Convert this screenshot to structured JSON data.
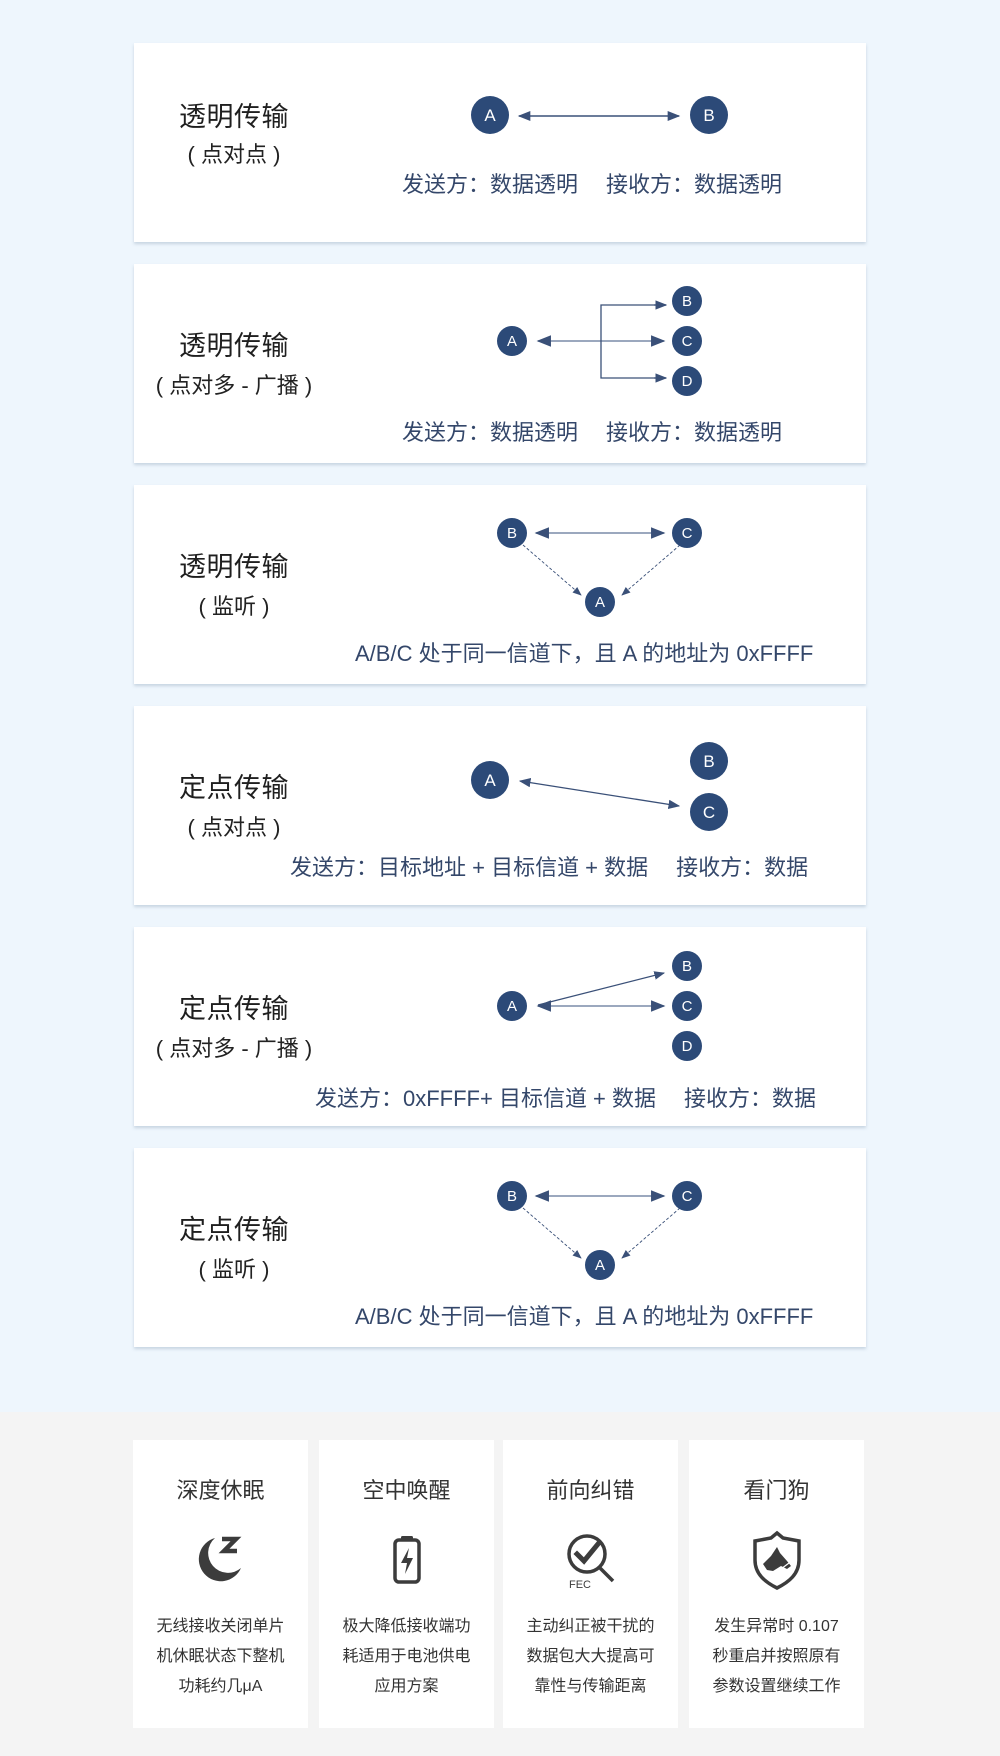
{
  "colors": {
    "page_bg": "#eef6fd",
    "card_bg": "#ffffff",
    "node_fill": "#2c4a78",
    "arrow": "#3a5078",
    "desc_text": "#34476a",
    "title_text": "#1f1f1f",
    "feature_section_bg": "#f4f4f4",
    "icon_color": "#3c3c3c"
  },
  "modes": [
    {
      "title": "透明传输",
      "subtitle": "( 点对点 )",
      "diagram": "point-to-point",
      "nodes": [
        "A",
        "B"
      ],
      "sender_label": "发送方：数据透明",
      "receiver_label": "接收方：数据透明"
    },
    {
      "title": "透明传输",
      "subtitle": "( 点对多 - 广播 )",
      "diagram": "broadcast-branch",
      "nodes": [
        "A",
        "B",
        "C",
        "D"
      ],
      "sender_label": "发送方：数据透明",
      "receiver_label": "接收方：数据透明"
    },
    {
      "title": "透明传输",
      "subtitle": "( 监听 )",
      "diagram": "monitor-triangle",
      "nodes": [
        "B",
        "C",
        "A"
      ],
      "note": "A/B/C 处于同一信道下，且 A 的地址为 0xFFFF"
    },
    {
      "title": "定点传输",
      "subtitle": "( 点对点 )",
      "diagram": "fixed-point-to-point",
      "nodes": [
        "A",
        "B",
        "C"
      ],
      "sender_label": "发送方：目标地址 + 目标信道 + 数据",
      "receiver_label": "接收方：数据"
    },
    {
      "title": "定点传输",
      "subtitle": "( 点对多 - 广播 )",
      "diagram": "fixed-broadcast",
      "nodes": [
        "A",
        "B",
        "C",
        "D"
      ],
      "sender_label": "发送方：0xFFFF+ 目标信道 + 数据",
      "receiver_label": "接收方：数据"
    },
    {
      "title": "定点传输",
      "subtitle": "( 监听 )",
      "diagram": "monitor-triangle",
      "nodes": [
        "B",
        "C",
        "A"
      ],
      "note": "A/B/C 处于同一信道下，且 A 的地址为 0xFFFF"
    }
  ],
  "features": [
    {
      "title": "深度休眠",
      "icon": "moon-sleep-icon",
      "lines": [
        "无线接收关闭单片",
        "机休眠状态下整机",
        "功耗约几μA"
      ]
    },
    {
      "title": "空中唤醒",
      "icon": "battery-charge-icon",
      "lines": [
        "极大降低接收端功",
        "耗适用于电池供电",
        "应用方案"
      ]
    },
    {
      "title": "前向纠错",
      "icon": "fec-magnifier-icon",
      "icon_text": "FEC",
      "lines": [
        "主动纠正被干扰的",
        "数据包大大提高可",
        "靠性与传输距离"
      ]
    },
    {
      "title": "看门狗",
      "icon": "watchdog-shield-icon",
      "lines": [
        "发生异常时 0.107",
        "秒重启并按照原有",
        "参数设置继续工作"
      ]
    }
  ]
}
